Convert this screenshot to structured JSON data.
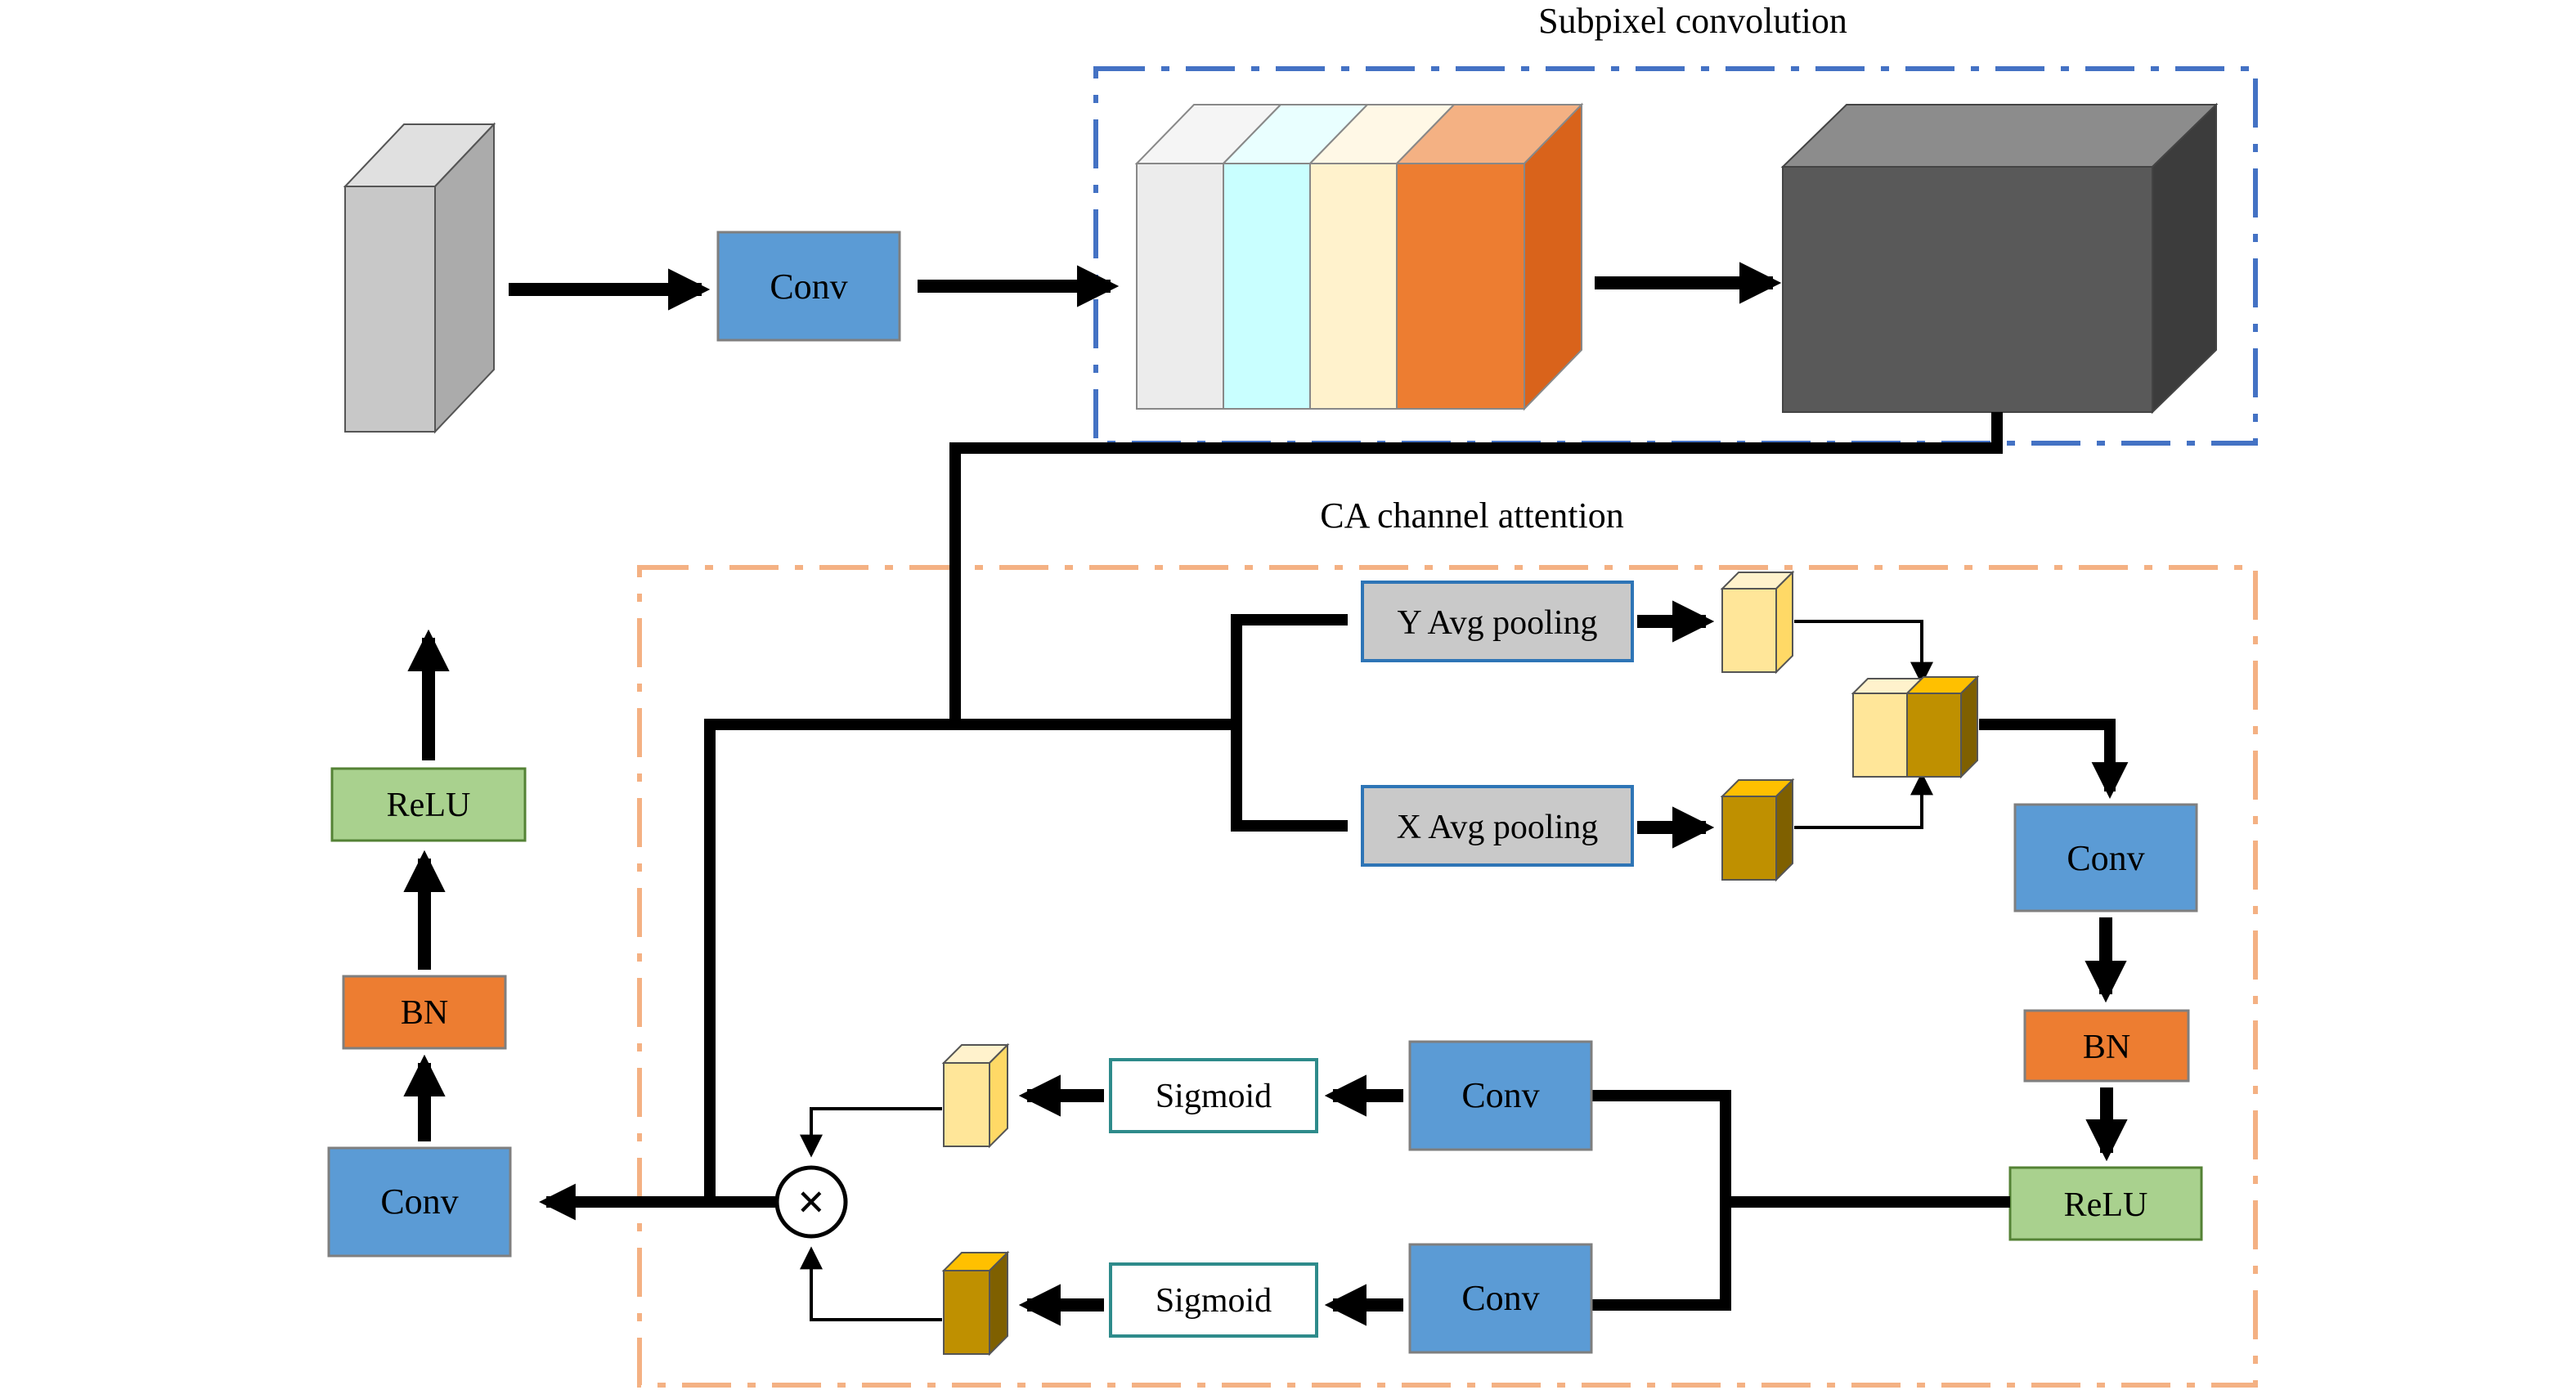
{
  "title_subpixel": "Subpixel convolution",
  "title_ca": "CA channel attention",
  "labels": {
    "conv_top": "Conv",
    "y_pool": "Y Avg pooling",
    "x_pool": "X Avg pooling",
    "conv_right": "Conv",
    "bn_right": "BN",
    "relu_right": "ReLU",
    "conv_mid_top": "Conv",
    "conv_mid_bottom": "Conv",
    "sigmoid_top": "Sigmoid",
    "sigmoid_bottom": "Sigmoid",
    "conv_left": "Conv",
    "bn_left": "BN",
    "relu_left": "ReLU",
    "multiply_symbol": "×"
  },
  "colors": {
    "conv": "#5b9bd5",
    "bn": "#ed7d31",
    "relu": "#a9d18e",
    "pool": "#c9c9c9",
    "subpixel_border": "#4472c4",
    "ca_border": "#f4b183",
    "light_cube": "#ffe699",
    "dark_cube": "#bf9000"
  }
}
